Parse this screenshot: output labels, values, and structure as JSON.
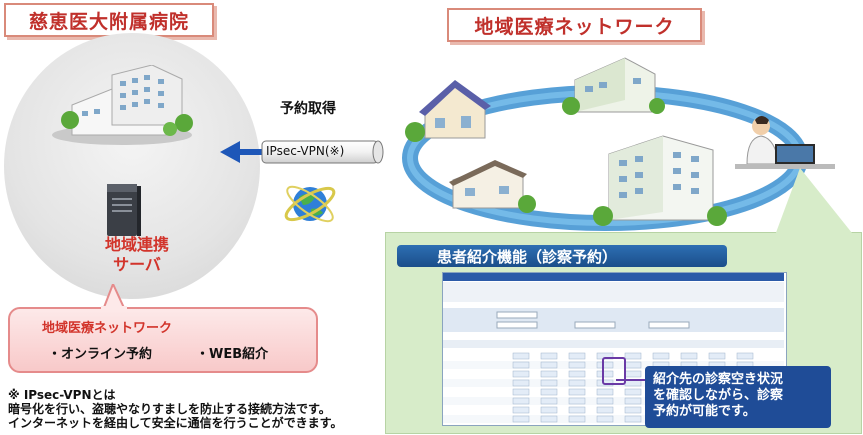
{
  "hospital": {
    "title": "慈恵医大附属病院",
    "server_label_line1": "地域連携",
    "server_label_line2": "サーバ"
  },
  "network": {
    "title": "地域医療ネットワーク",
    "box_title": "地域医療ネットワーク",
    "items": [
      "・オンライン予約",
      "・WEB紹介"
    ]
  },
  "connection": {
    "action_label": "予約取得",
    "vpn_label": "IPsec-VPN(※)"
  },
  "notes": {
    "lines": [
      "※ IPsec-VPNとは",
      "暗号化を行い、盗聴やなりすましを防止する接続方法です。",
      "インターネットを経由して安全に通信を行うことができます。"
    ]
  },
  "feature": {
    "title": "患者紹介機能（診察予約）",
    "callout_lines": [
      "紹介先の診察空き状況",
      "を確認しながら、診察",
      "予約が可能です。"
    ]
  },
  "colors": {
    "title_red": "#c0302b",
    "panel_green": "#d7ecc9",
    "bar_blue": "#1b4e8a",
    "callout_blue": "#1f4c97",
    "loop_blue": "#3a8fd0"
  }
}
